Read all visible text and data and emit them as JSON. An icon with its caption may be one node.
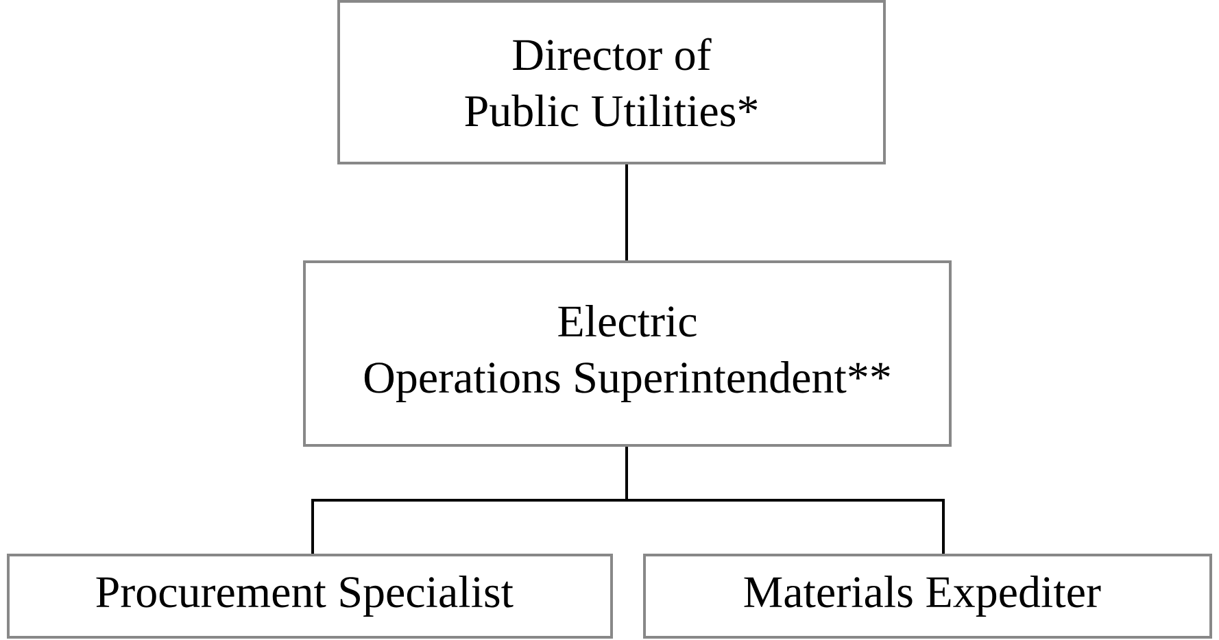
{
  "diagram": {
    "nodes": [
      {
        "text": [
          "Director of Public Utilities*"
        ]
      },
      {
        "text": [
          "Electric Operations Superintendent**"
        ]
      },
      {
        "text": [
          "Procurement Specialist"
        ]
      },
      {
        "text": [
          "Materials Expediter"
        ]
      }
    ],
    "edges": [
      {
        "from": 0,
        "to": 1,
        "arrow": "none"
      },
      {
        "from": 1,
        "to": 2,
        "arrow": "none"
      },
      {
        "from": 1,
        "to": 3,
        "arrow": "none"
      }
    ]
  }
}
